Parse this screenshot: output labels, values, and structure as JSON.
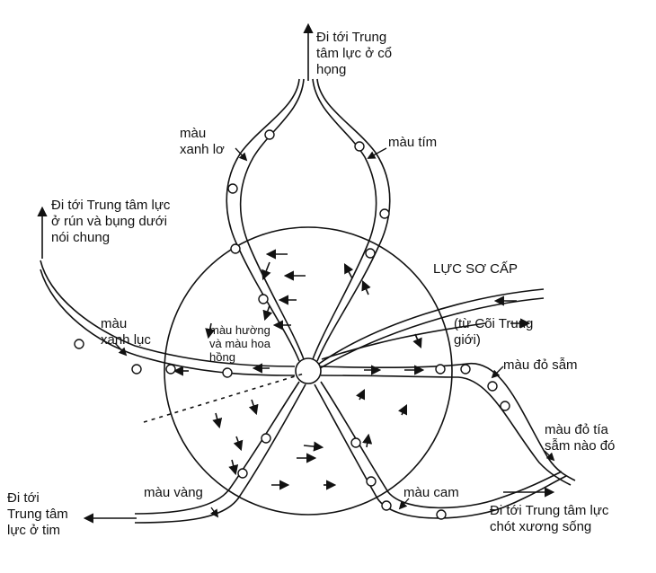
{
  "labels": {
    "throat": "Đi tới Trung\ntâm lực ở cổ\nhọng",
    "light_blue": "màu\nxanh lơ",
    "violet": "màu tím",
    "navel": "Đi tới Trung tâm lực\nở rún và bụng dưới\nnói chung",
    "primary_force": "LỰC SƠ CẤP",
    "from_world": "(từ Cõi Trung\ngiới)",
    "green": "màu\nxanh lục",
    "rose": "màu hường\nvà màu hoa\nhồng",
    "dark_red": "màu đỏ sẫm",
    "purple_red": "màu đỏ tía\nsẫm nào đó",
    "yellow": "màu vàng",
    "orange": "màu cam",
    "heart": "Đi tới\nTrung tâm\nlực ở tim",
    "base": "Đi tới Trung tâm lực\nchót xương sống"
  },
  "colors": {
    "ink": "#111111",
    "background": "#ffffff"
  }
}
